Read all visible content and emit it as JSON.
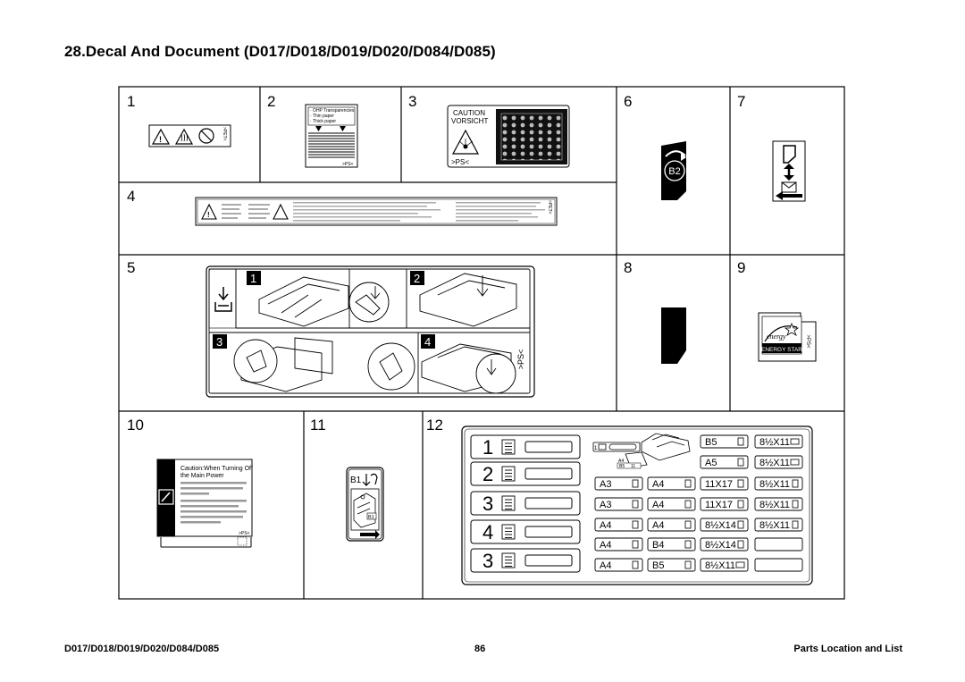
{
  "page": {
    "title": "28.Decal And Document (D017/D018/D019/D020/D084/D085)",
    "footer_left": "D017/D018/D019/D020/D084/D085",
    "footer_center": "86",
    "footer_right": "Parts Location and List"
  },
  "figure": {
    "cell_numbers": {
      "n1": "1",
      "n2": "2",
      "n3": "3",
      "n4": "4",
      "n5": "5",
      "n6": "6",
      "n7": "7",
      "n8": "8",
      "n9": "9",
      "n10": "10",
      "n11": "11",
      "n12": "12"
    },
    "decal2": {
      "line1": "· OHP Transparencies",
      "line2": "· Thin paper",
      "line3": "· Thick paper",
      "ps": ">PS<"
    },
    "decal3": {
      "caution": "CAUTION",
      "vorsicht": "VORSICHT",
      "ps": ">PS<"
    },
    "decal_pet": ">PET<",
    "decal5": {
      "steps": [
        "1",
        "2",
        "3",
        "4"
      ],
      "ps": ">PS<"
    },
    "decal6": {
      "label": "B2"
    },
    "decal9": {
      "logo": "energy",
      "label": "ENERGY STAR",
      "ps": ">PS<"
    },
    "decal10": {
      "line1": "Caution:When Turning Off",
      "line2": "the Main Power",
      "ps": ">PS<"
    },
    "decal11": {
      "label": "B1",
      "inner": "B1"
    },
    "decal12": {
      "tray_numbers": [
        "1",
        "2",
        "3",
        "4",
        "3"
      ],
      "mini_tray": "1",
      "mini_sizes": [
        "A4",
        "B5",
        "11"
      ],
      "rows": [
        [
          "",
          "B5",
          "8½X11"
        ],
        [
          "",
          "A5",
          "8½X11"
        ],
        [
          "A3",
          "A4",
          "11X17",
          "8½X11"
        ],
        [
          "A3",
          "A4",
          "11X17",
          "8½X11"
        ],
        [
          "A4",
          "A4",
          "8½X14",
          "8½X11"
        ],
        [
          "A4",
          "B4",
          "8½X14",
          ""
        ],
        [
          "A4",
          "B5",
          "8½X11",
          ""
        ]
      ]
    }
  }
}
